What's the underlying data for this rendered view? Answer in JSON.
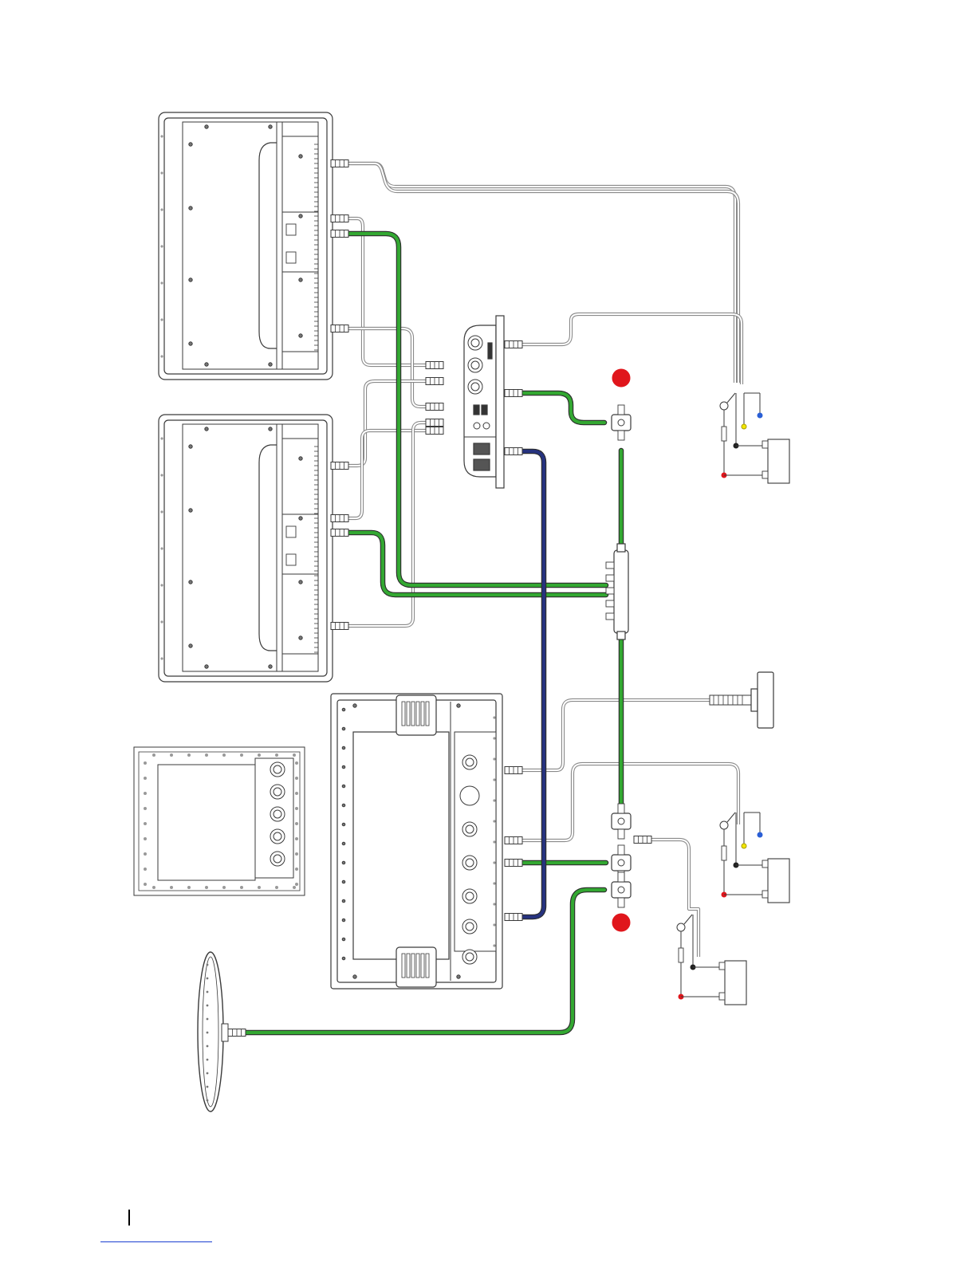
{
  "diagram": {
    "colors": {
      "outline": "#3a3a3a",
      "device_fill": "#ffffff",
      "grey_cable": "#9a9a9a",
      "nmea_cable": "#33a832",
      "ethernet_cable": "#26337f",
      "terminator": "#e0161c",
      "wire_red": "#e0161c",
      "wire_yellow": "#f2e600",
      "wire_blue": "#2a5fd6",
      "wire_black": "#222222"
    },
    "devices": [
      "display-unit-upper",
      "display-unit-lower",
      "black-box-processor",
      "sonar-module",
      "module-rear-panel",
      "gps-antenna",
      "transducer"
    ],
    "icons": [
      "terminator-icon",
      "backbone-tee-icon",
      "fuse-icon",
      "switch-icon",
      "battery-icon",
      "connector-icon"
    ]
  }
}
